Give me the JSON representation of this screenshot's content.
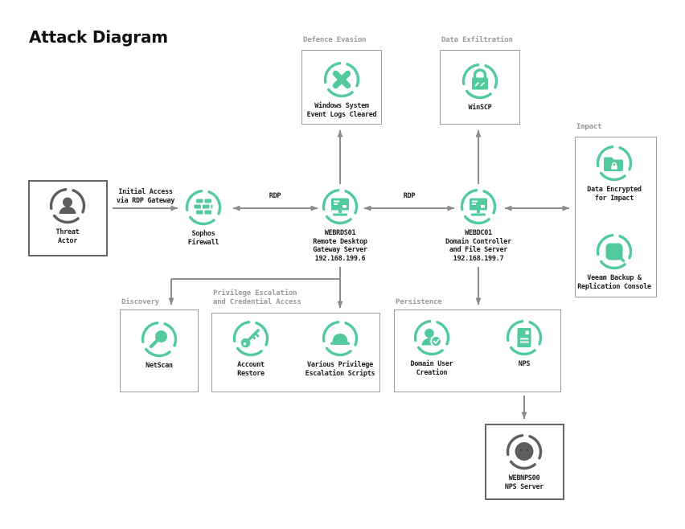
{
  "title": "Attack Diagram",
  "colors": {
    "green": "#53c99e",
    "dark": "#5e5e5e",
    "line": "#8c8c8c",
    "groupborder": "#9c9c9c",
    "grouptext": "#9a9a9a",
    "labeltext": "#1c1c1c"
  },
  "groups": {
    "defence_evasion": "Defence Evasion",
    "data_exfiltration": "Data Exfiltration",
    "impact": "Impact",
    "discovery": "Discovery",
    "priv_esc": "Privilege Escalation\nand Credential Access",
    "persistence": "Persistence"
  },
  "nodes": {
    "threat_actor": {
      "label": "Threat\nActor",
      "icon": "person-icon"
    },
    "sophos": {
      "label": "Sophos\nFirewall",
      "icon": "firewall-icon"
    },
    "rds": {
      "label": "WEBRDS01\nRemote Desktop\nGateway Server\n192.168.199.6",
      "icon": "computer-icon"
    },
    "dc": {
      "label": "WEBDC01\nDomain Controller\nand File Server\n192.168.199.7",
      "icon": "computer-icon"
    },
    "logs_cleared": {
      "label": "Windows System\nEvent Logs Cleared",
      "icon": "x-circle-icon"
    },
    "winscp": {
      "label": "WinSCP",
      "icon": "lock-icon"
    },
    "data_encrypted": {
      "label": "Data Encrypted\nfor Impact",
      "icon": "folder-lock-icon"
    },
    "veeam": {
      "label": "Veeam Backup &\nReplication Console",
      "icon": "console-box-icon"
    },
    "netscan": {
      "label": "NetScan",
      "icon": "magnifier-icon"
    },
    "account_restore": {
      "label": "Account\nRestore",
      "icon": "key-icon"
    },
    "priv_scripts": {
      "label": "Various Privilege\nEscalation Scripts",
      "icon": "spy-hat-icon"
    },
    "domain_user": {
      "label": "Domain User\nCreation",
      "icon": "user-check-icon"
    },
    "nps": {
      "label": "NPS",
      "icon": "document-icon"
    },
    "nps_server": {
      "label": "WEBNPS00\nNPS Server",
      "icon": "dark-server-icon"
    }
  },
  "edges": {
    "initial_access": "Initial Access\nvia RDP Gateway",
    "rdp1": "RDP",
    "rdp2": "RDP"
  }
}
